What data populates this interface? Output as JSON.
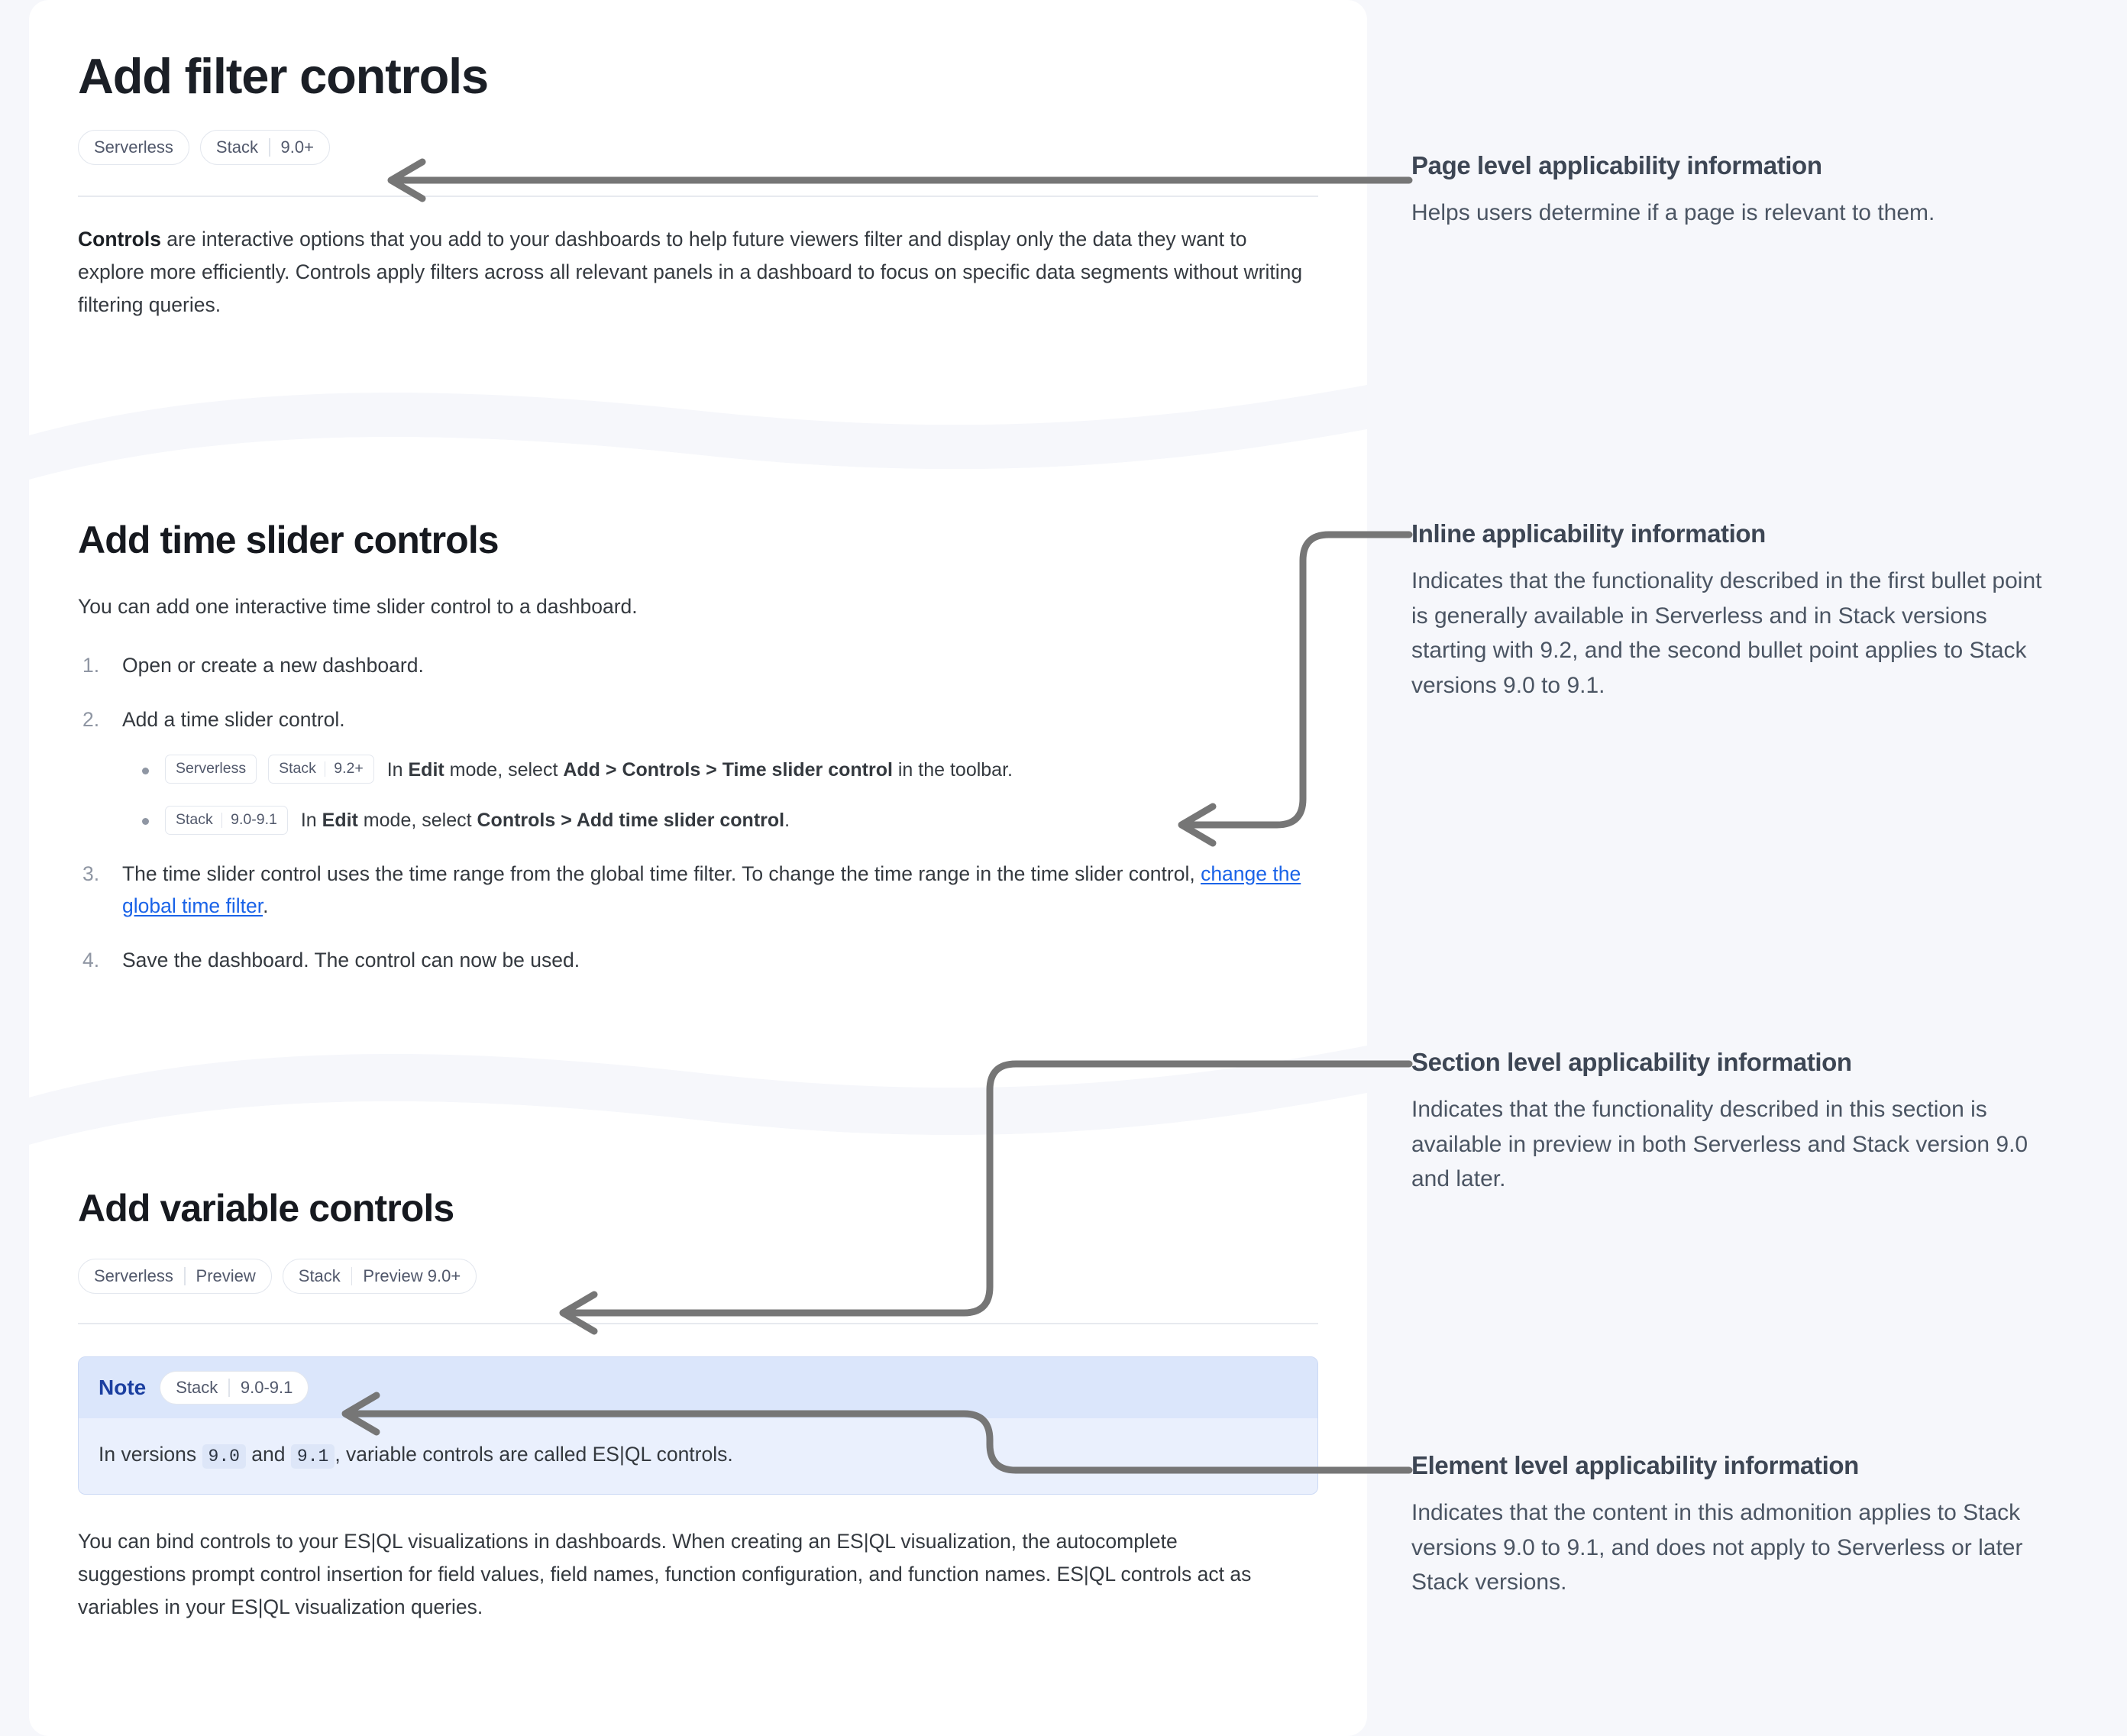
{
  "page": {
    "title": "Add filter controls",
    "badges": [
      {
        "name": "serverless-badge",
        "segments": [
          "Serverless"
        ]
      },
      {
        "name": "stack-badge",
        "segments": [
          "Stack",
          "9.0+"
        ]
      }
    ],
    "intro": {
      "lead": "Controls",
      "rest": " are interactive options that you add to your dashboards to help future viewers filter and display only the data they want to explore more efficiently. Controls apply filters across all relevant panels in a dashboard to focus on specific data segments without writing filtering queries."
    }
  },
  "time_slider_section": {
    "heading": "Add time slider controls",
    "intro": "You can add one interactive time slider control to a dashboard.",
    "steps": [
      {
        "text": "Open or create a new dashboard."
      },
      {
        "text": "Add a time slider control.",
        "sub_items": [
          {
            "badges": [
              {
                "name": "serverless-badge",
                "segments": [
                  "Serverless"
                ]
              },
              {
                "name": "stack-badge",
                "segments": [
                  "Stack",
                  "9.2+"
                ]
              }
            ],
            "parts": [
              {
                "t": "In ",
                "b": false
              },
              {
                "t": "Edit",
                "b": true
              },
              {
                "t": " mode, select ",
                "b": false
              },
              {
                "t": "Add > Controls > Time slider control",
                "b": true
              },
              {
                "t": " in the toolbar.",
                "b": false
              }
            ]
          },
          {
            "badges": [
              {
                "name": "stack-badge",
                "segments": [
                  "Stack",
                  "9.0-9.1"
                ]
              }
            ],
            "parts": [
              {
                "t": "In ",
                "b": false
              },
              {
                "t": "Edit",
                "b": true
              },
              {
                "t": " mode, select ",
                "b": false
              },
              {
                "t": "Controls > Add time slider control",
                "b": true
              },
              {
                "t": ".",
                "b": false
              }
            ]
          }
        ]
      },
      {
        "text_before_link": "The time slider control uses the time range from the global time filter. To change the time range in the time slider control, ",
        "link_text": "change the global time filter",
        "text_after_link": "."
      },
      {
        "text": "Save the dashboard. The control can now be used."
      }
    ]
  },
  "variable_section": {
    "heading": "Add variable controls",
    "badges": [
      {
        "name": "serverless-preview-badge",
        "segments": [
          "Serverless",
          "Preview"
        ]
      },
      {
        "name": "stack-preview-badge",
        "segments": [
          "Stack",
          "Preview 9.0+"
        ]
      }
    ],
    "note": {
      "label": "Note",
      "badge": {
        "name": "stack-badge",
        "segments": [
          "Stack",
          "9.0-9.1"
        ]
      },
      "body_parts": [
        {
          "t": "In versions ",
          "code": false
        },
        {
          "t": "9.0",
          "code": true
        },
        {
          "t": " and ",
          "code": false
        },
        {
          "t": "9.1",
          "code": true
        },
        {
          "t": ", variable controls are called ES|QL controls.",
          "code": false
        }
      ]
    },
    "paragraph": "You can bind controls to your ES|QL visualizations in dashboards. When creating an ES|QL visualization, the autocomplete suggestions prompt control insertion for field values, field names, function configuration, and function names. ES|QL controls act as variables in your ES|QL visualization queries."
  },
  "annotations": [
    {
      "name": "page-level",
      "title": "Page level applicability information",
      "body": "Helps users determine if a page is relevant to them."
    },
    {
      "name": "inline-level",
      "title": "Inline applicability information",
      "body": "Indicates that the functionality described in the first bullet point is generally available in Serverless and in Stack versions starting with 9.2, and the second bullet point applies to Stack versions 9.0 to 9.1."
    },
    {
      "name": "section-level",
      "title": "Section level applicability information",
      "body": "Indicates that the functionality described in this section is available in preview in both Serverless and Stack version 9.0 and later."
    },
    {
      "name": "element-level",
      "title": "Element level applicability information",
      "body": "Indicates that the content in this admonition applies to Stack versions 9.0 to 9.1, and does not apply to Serverless or later Stack versions."
    }
  ],
  "colors": {
    "page_background": "#f6f7fb",
    "card_background": "#ffffff",
    "arrow": "#767676",
    "link": "#1a63e8",
    "badge_text": "#51586b",
    "note_border": "#cbd9f5",
    "note_header": "#dbe6fb",
    "note_body": "#eaf0fd",
    "note_title": "#1b3fa0",
    "annotation_title": "#3d4654",
    "annotation_body": "#4b5563"
  }
}
